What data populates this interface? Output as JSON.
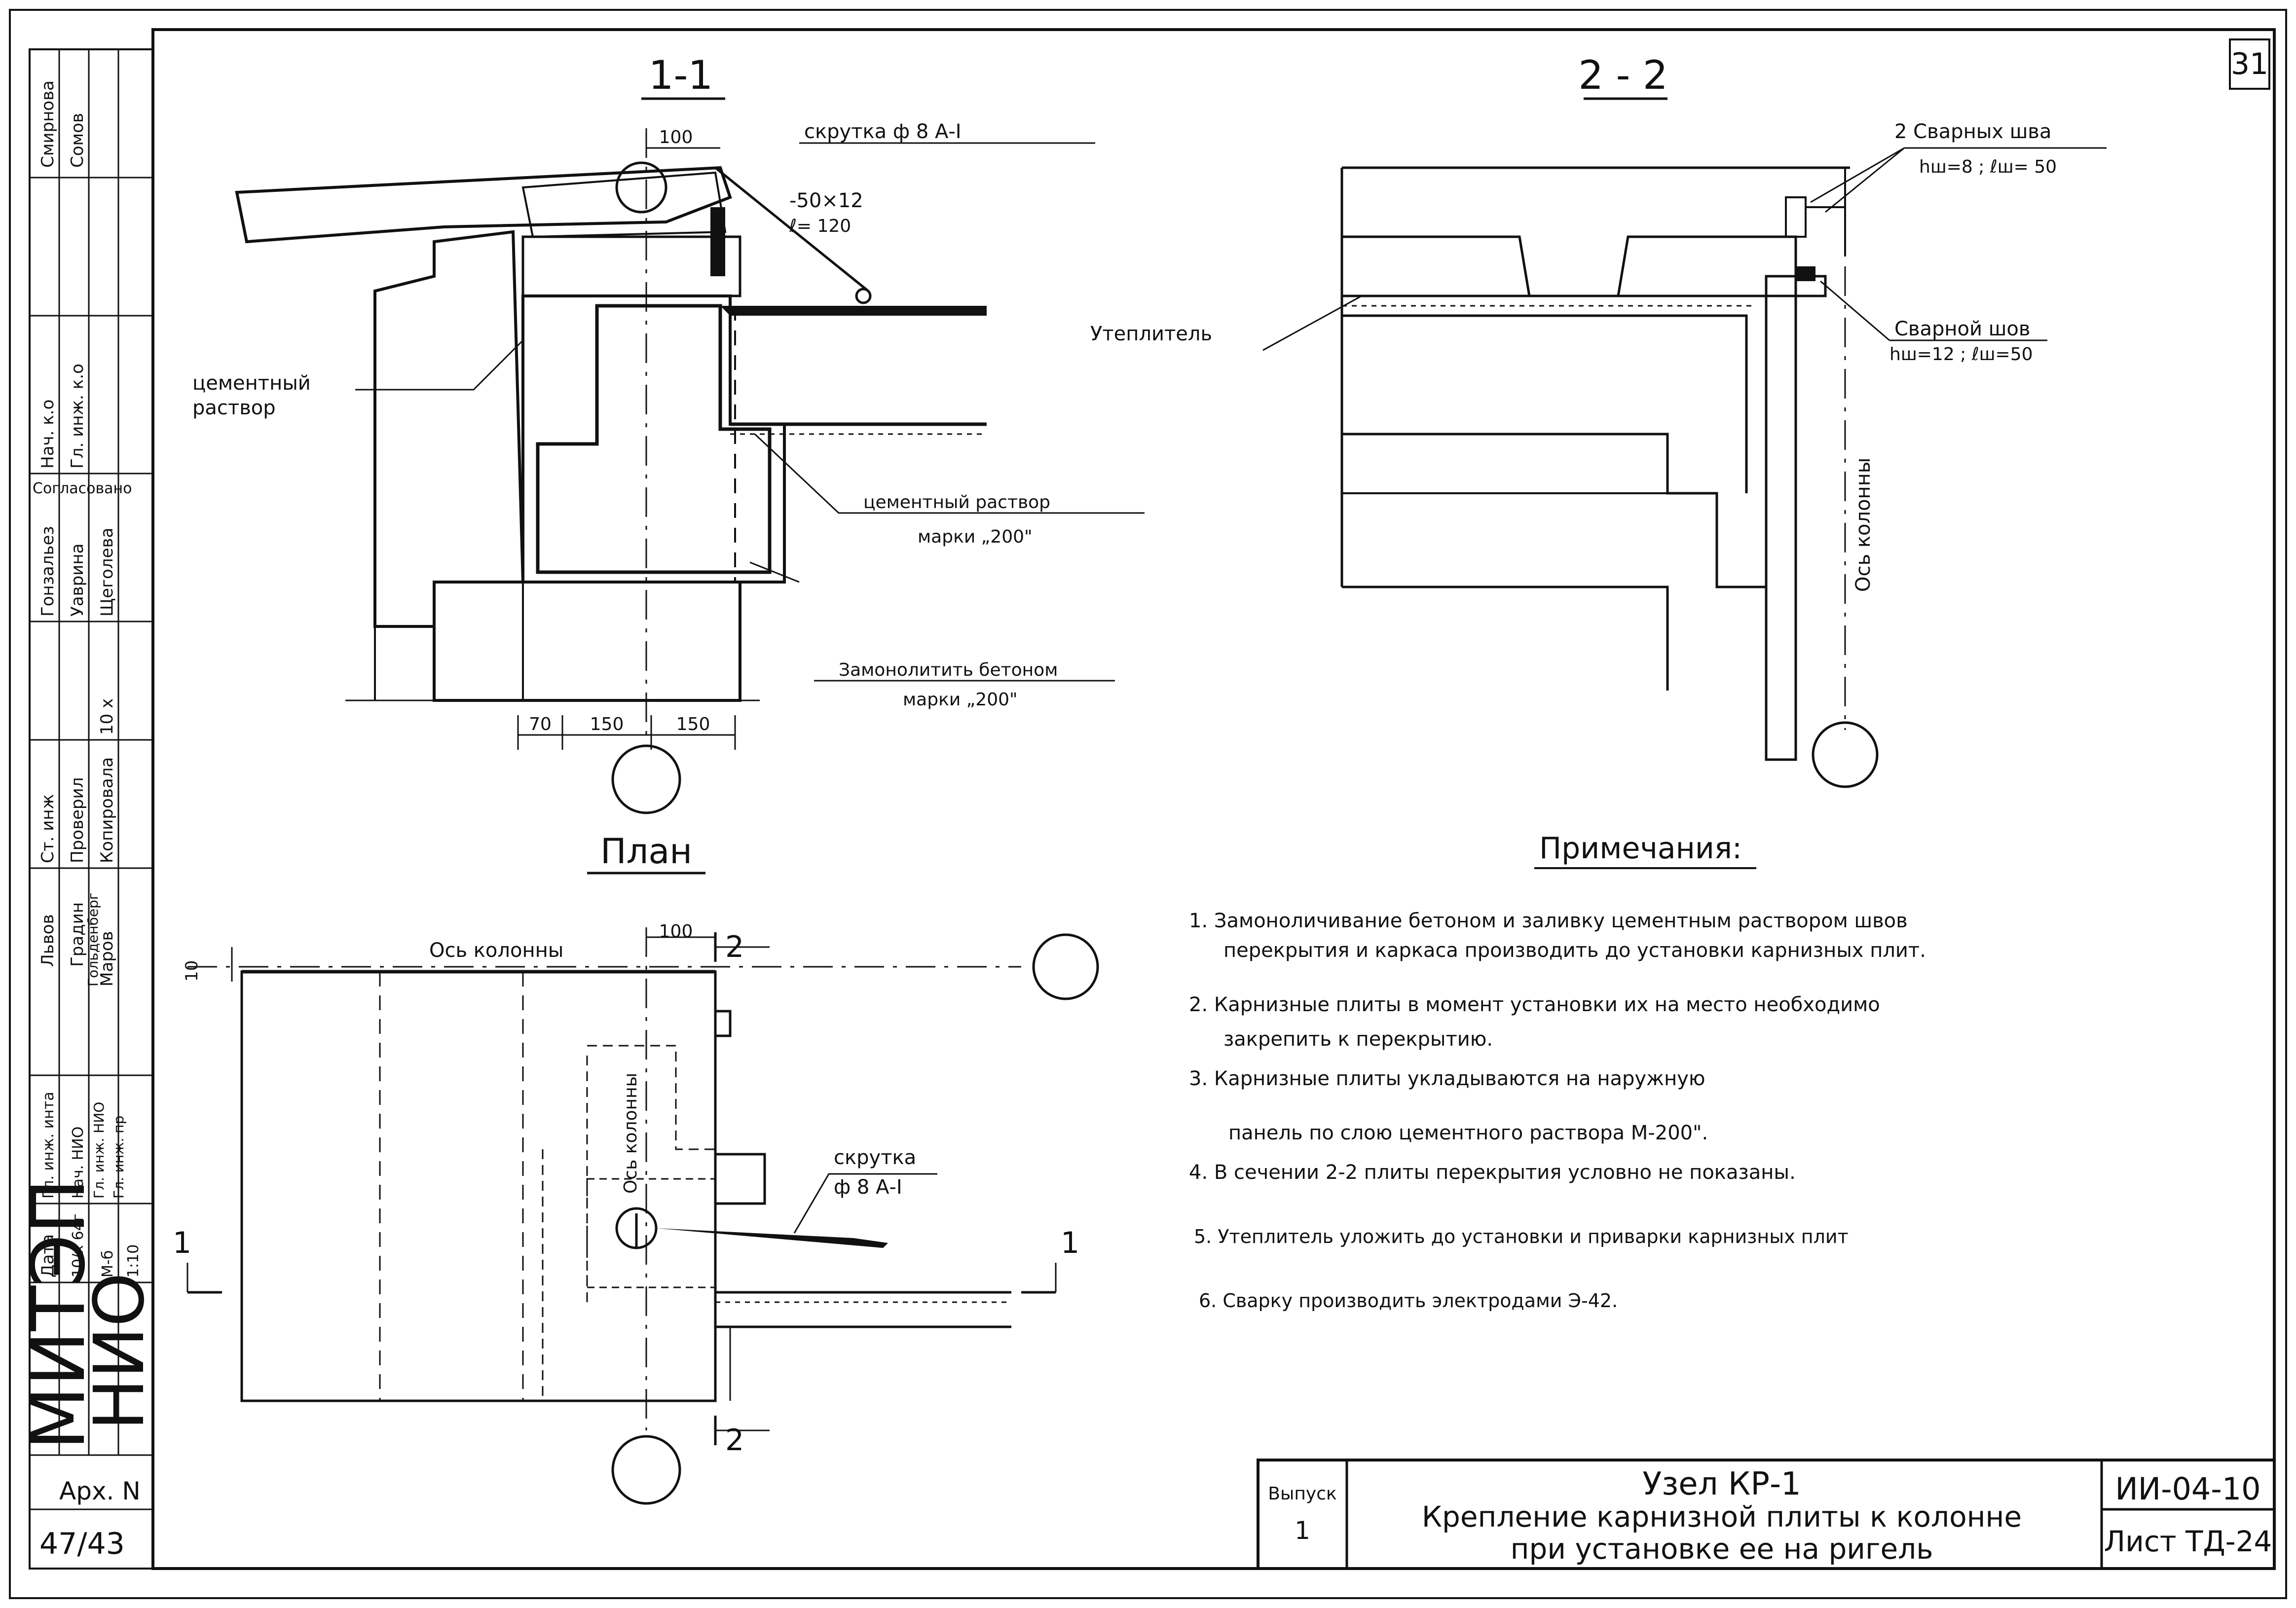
{
  "sheet": {
    "page_number": "31",
    "series": "ИИ-04-10",
    "sheet_label": "Лист ТД-24",
    "issue_label": "Выпуск",
    "issue_number": "1",
    "title_line1": "Узел КР-1",
    "title_line2": "Крепление карнизной плиты к колонне",
    "title_line3": "при установке ее на ригель"
  },
  "stamp": {
    "org1": "МИТЭП",
    "org2": "НИО",
    "archive": "Арх. N",
    "archive_number": "47/43",
    "date_label": "Дата",
    "date_value": "10/x 64г",
    "scale_label": "М-б",
    "scale_value": "1:10",
    "names": [
      "Смирнова",
      "Сомов",
      "Нач. к.о",
      "Гл. инж. к.о",
      "Согласовано",
      "Гонзальез",
      "Уаврина",
      "Щеголева",
      "10 х",
      "Ст. инж",
      "Проверил",
      "Копировала",
      "Львов",
      "Градин",
      "Гольденберг",
      "Маров",
      "Гл. инж. инта",
      "Нач. НИО",
      "Гл. инж. НИО",
      "Гл. инж. пр"
    ]
  },
  "section_1_1": {
    "title": "1-1",
    "dim_top": "100",
    "label_twist": "скрутка ф 8 А-I",
    "label_plate_1": "-50×12",
    "label_plate_2": "ℓ= 120",
    "label_cement_1": "цементный",
    "label_cement_2": "раствор",
    "label_mortar_1": "цементный раствор",
    "label_mortar_2": "марки „200\"",
    "label_concrete_1": "Замонолитить бетоном",
    "label_concrete_2": "марки „200\"",
    "dims": [
      "70",
      "150",
      "150"
    ]
  },
  "section_2_2": {
    "title": "2 - 2",
    "label_welds_1": "2 Сварных шва",
    "label_welds_2": "hш=8 ; ℓш= 50",
    "label_weld_1": "Сварной шов",
    "label_weld_2": "hш=12 ; ℓш=50",
    "label_insulation": "Утеплитель",
    "label_axis": "Ось колонны"
  },
  "plan": {
    "title": "План",
    "axis_label": "Ось колонны",
    "axis_label_vertical": "Ось колонны",
    "dim_top": "100",
    "dim_left": "10",
    "cut_1": "1",
    "cut_2": "2",
    "label_twist_1": "скрутка",
    "label_twist_2": "ф 8 А-I"
  },
  "notes": {
    "title": "Примечания:",
    "items": [
      "1. Замоноличивание бетоном и заливку цементным раствором швов",
      "перекрытия и каркаса производить до установки карнизных плит.",
      "2. Карнизные плиты в момент установки их на место необходимо",
      "закрепить к перекрытию.",
      "3. Карнизные плиты укладываются на наружную",
      "панель по слою цементного раствора М-200\".",
      "4. В сечении 2-2 плиты перекрытия условно не показаны.",
      "5. Утеплитель уложить до установки и приварки карнизных плит",
      "6. Сварку производить электродами Э-42."
    ]
  }
}
